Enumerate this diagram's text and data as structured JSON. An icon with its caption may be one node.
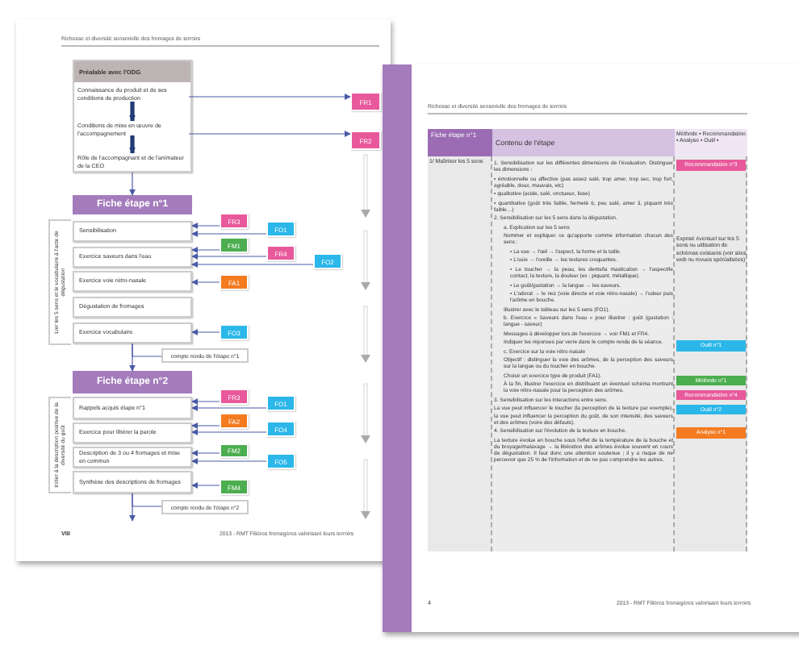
{
  "diagram": {
    "nodes": [
      {
        "text": [
          "Préalable avec l'ODG"
        ]
      },
      {
        "text": [
          "Connaissance du produit et de ses conditions de production"
        ],
        "in": 0
      },
      {
        "text": [
          "Conditions de mise en œuvre de l'accompagnement"
        ],
        "in": 0
      },
      {
        "text": [
          "Rôle de l'accompagnant et de l'animateur de la CEO"
        ],
        "in": 0
      },
      {
        "text": [
          "FR1"
        ]
      },
      {
        "text": [
          "FR2"
        ]
      },
      {
        "text": [
          "Fiche étape n°1"
        ]
      },
      {
        "text": [
          "Lier les 5 sens et le vocabulaire à l'acte de dégustation"
        ]
      },
      {
        "text": [
          "Sensibilisation"
        ]
      },
      {
        "text": [
          "Exercice saveurs dans l'eau"
        ]
      },
      {
        "text": [
          "Exercice voie rétro-nasale"
        ]
      },
      {
        "text": [
          "Dégustation de fromages"
        ]
      },
      {
        "text": [
          "Exercice vocabulaire"
        ]
      },
      {
        "text": [
          "FR3"
        ]
      },
      {
        "text": [
          "FO1"
        ]
      },
      {
        "text": [
          "FM1"
        ]
      },
      {
        "text": [
          "FR4"
        ]
      },
      {
        "text": [
          "FO2"
        ]
      },
      {
        "text": [
          "FA1"
        ]
      },
      {
        "text": [
          "FO3"
        ]
      },
      {
        "text": [
          "compte rendu de l'étape n°1"
        ]
      },
      {
        "text": [
          "Fiche étape n°2"
        ]
      },
      {
        "text": [
          "Initier à la description positive de la diversité du goût"
        ]
      },
      {
        "text": [
          "Rappels acquis étape n°1"
        ]
      },
      {
        "text": [
          "Exercice pour libérer la parole"
        ]
      },
      {
        "text": [
          "Description de 3 ou 4 fromages et mise en commun"
        ]
      },
      {
        "text": [
          "Synthèse des descriptions de fromages"
        ]
      },
      {
        "text": [
          "FR3"
        ]
      },
      {
        "text": [
          "FO1"
        ]
      },
      {
        "text": [
          "FA2"
        ]
      },
      {
        "text": [
          "FO4"
        ]
      },
      {
        "text": [
          "FM2"
        ]
      },
      {
        "text": [
          "FO5"
        ]
      },
      {
        "text": [
          "FM4"
        ]
      },
      {
        "text": [
          "compte rendu de l'étape n°2"
        ]
      },
      {
        "text": [
          "Recommandation n°3"
        ]
      },
      {
        "text": [
          "Outil n°1"
        ]
      },
      {
        "text": [
          "Méthode n°1"
        ]
      },
      {
        "text": [
          "Recommandation n°4"
        ]
      },
      {
        "text": [
          "Outil n°2"
        ]
      },
      {
        "text": [
          "Analyse n°1"
        ]
      }
    ],
    "edges": [
      {
        "from": 1,
        "to": 2,
        "arrow": "to",
        "style": "thick",
        "color": "#1f3a75"
      },
      {
        "from": 2,
        "to": 3,
        "arrow": "to",
        "style": "thick",
        "color": "#1f3a75"
      },
      {
        "from": 1,
        "to": 4,
        "arrow": "to"
      },
      {
        "from": 2,
        "to": 5,
        "arrow": "to"
      },
      {
        "from": 0,
        "to": 6,
        "arrow": "to"
      },
      {
        "from": 13,
        "to": 8,
        "arrow": "to"
      },
      {
        "from": 14,
        "to": 8,
        "arrow": "to"
      },
      {
        "from": 15,
        "to": 9,
        "arrow": "to"
      },
      {
        "from": 16,
        "to": 9,
        "arrow": "to"
      },
      {
        "from": 17,
        "to": 9,
        "arrow": "to"
      },
      {
        "from": 18,
        "to": 10,
        "arrow": "to"
      },
      {
        "from": 19,
        "to": 12,
        "arrow": "to"
      },
      {
        "from": 12,
        "to": 21,
        "arrow": "to"
      },
      {
        "from": 12,
        "to": 20,
        "arrow": "none"
      },
      {
        "from": 27,
        "to": 23,
        "arrow": "to"
      },
      {
        "from": 28,
        "to": 23,
        "arrow": "to"
      },
      {
        "from": 29,
        "to": 24,
        "arrow": "to"
      },
      {
        "from": 30,
        "to": 24,
        "arrow": "to"
      },
      {
        "from": 31,
        "to": 25,
        "arrow": "to"
      },
      {
        "from": 32,
        "to": 25,
        "arrow": "to"
      },
      {
        "from": 33,
        "to": 26,
        "arrow": "to"
      },
      {
        "from": 26,
        "to": 34,
        "arrow": "none"
      },
      {
        "from": 26,
        "to": null,
        "arrow": "to"
      }
    ],
    "labels": [
      "Richesse et diversité sensorielle des fromages de terroirs",
      "VIII",
      "2013 - RMT Filières fromagères valorisant leurs terroirs",
      "Richesse et diversité sensorielle des fromages de terroirs",
      "Fiche étape n°1",
      "Contenu de l'étape",
      "Méthode • Recommandation • Analyse • Outil •",
      "1/ Maîtriser les 5 sens",
      "1. Sensibilisation sur les différentes dimensions de l'évaluation. Distinguer les dimensions :",
      "• émotionnelle ou affective (pas assez salé, trop amer, trop sec, trop fort, agréable, doux, mauvais, etc)",
      "• qualitative (acide, salé, onctueux, lisse)",
      "• quantitative (goût très faible, fermeté 6, peu salé, amer 3, piquant très faible…)",
      "2. Sensibilisation sur les 5 sens dans la dégustation.",
      "a. Explication sur les 5 sens",
      "Nommer et expliquer ce qu'apporte comme information chacun des sens :",
      "• La vue → l'œil → l'aspect, la forme et la taille.",
      "• L'ouïe → l'oreille → les textures croquantes.",
      "• Le toucher → la peau, les dents/la mastication → l'aspect/le contact, la texture, la douleur (ex : piquant, métallique).",
      "• Le goût/gustation → la langue → les saveurs.",
      "• L'odorat → le nez (voie directe et voie rétro-nasale) → l'odeur puis l'arôme en bouche.",
      "Illustrer avec le tableau sur les 5 sens (FO1).",
      "b. Exercice « Saveurs dans l'eau » pour illustrer : goût (gustation : langue - saveur)",
      "Messages à développer lors de l'exercice → voir FM1 et FR4.",
      "Indiquer les réponses par verre dans le compte rendu de la séance.",
      "c. Exercice sur la voie rétro-nasale",
      "Objectif : distinguer la voie des arômes, de la perception des saveurs sur la langue ou du toucher en bouche.",
      "Choisir un exercice type de produit (FA1).",
      "À la fin, illustrer l'exercice en distribuant un éventuel schéma montrant la voie rétro-nasale pour la perception des arômes.",
      "3. Sensibilisation sur les interactions entre sens.",
      "La vue peut influencer le toucher (la perception de la texture par exemple), la vue peut influencer la perception du goût, de son intensité, des saveurs et des arômes (voire des défauts).",
      "4. Sensibilisation sur l'évolution de la texture en bouche.",
      "La texture évolue en bouche sous l'effet de la température de la bouche et du broyage/malaxage → la libération des arômes évolue souvent en cours de dégustation. Il faut donc une attention soutenue ; il y a risque de ne percevoir que 25 % de l'information et de ne pas comprendre les autres.",
      "Exposé éventuel sur les 5 sens ou utilisation de schémas existants (voir sites web ou revues spécialisées)",
      "4",
      "2013 - RMT Filières fromagères valorisant leurs terroirs"
    ]
  }
}
